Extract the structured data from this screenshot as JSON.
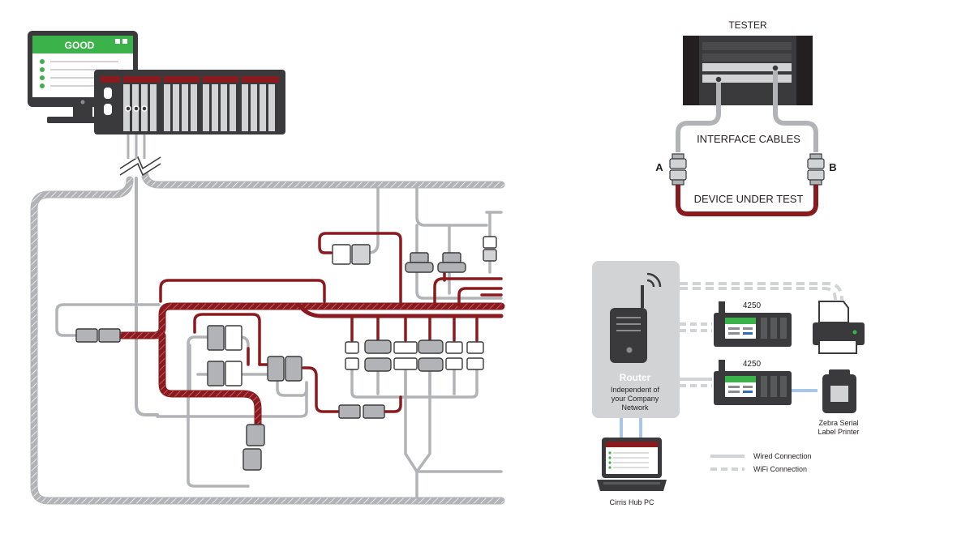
{
  "monitor": {
    "status": "GOOD"
  },
  "tester": {
    "title": "TESTER",
    "interface_cables_label": "INTERFACE CABLES",
    "device_under_test_label": "DEVICE UNDER TEST",
    "end_a": "A",
    "end_b": "B"
  },
  "network": {
    "router_title": "Router",
    "router_line1": "Independent of",
    "router_line2": "your Company",
    "router_line3": "Network",
    "tester_1_model": "4250",
    "tester_2_model": "4250",
    "label_printer_line1": "Zebra Serial",
    "label_printer_line2": "Label Printer",
    "hub_pc": "Cirris Hub PC",
    "legend_wired": "Wired Connection",
    "legend_wifi": "WiFi Connection"
  },
  "colors": {
    "red_cable": "#8b1a1f",
    "gray_cable": "#b1b3b6",
    "dark": "#3a3a3c",
    "green": "#3bb34a",
    "panel": "#d1d3d4",
    "blue_link": "#a9c6e6"
  }
}
